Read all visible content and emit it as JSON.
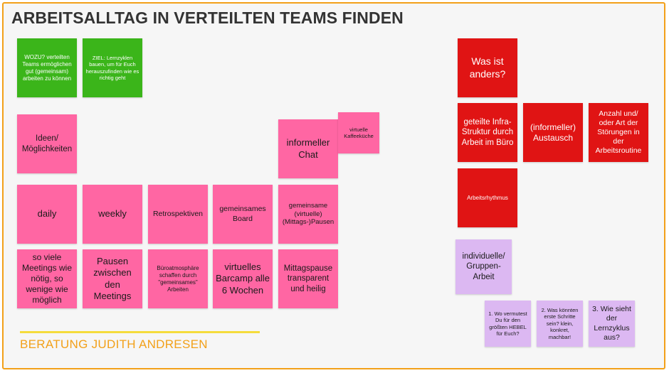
{
  "board": {
    "title": "ARBEITSALLTAG IN VERTEILTEN TEAMS FINDEN",
    "footer": "BERATUNG JUDITH ANDRESEN",
    "colors": {
      "green": "#3bb51a",
      "pink": "#ff66a3",
      "red": "#e01414",
      "lavender": "#dcb8f2",
      "accent_orange": "#f2a019",
      "accent_yellow": "#f5dc3c"
    }
  },
  "notes": {
    "wozu": "WOZU? verteilten Teams ermöglichen gut (gemeinsam) arbeiten zu können",
    "ziel": "ZIEL: Lernzyklen bauen, um für Euch herauszufinden wie es richtig geht",
    "ideen": "Ideen/ Möglichkeiten",
    "informeller_chat": "informeller Chat",
    "virtuelle_kaffeekueche": "virtuelle Kaffeeküche",
    "daily": "daily",
    "weekly": "weekly",
    "retrospektiven": "Retrospektiven",
    "gemeinsames_board": "gemeinsames Board",
    "gemeinsame_pausen": "gemeinsame (virtuelle) (Mittags-)Pausen",
    "so_viele_meetings": "so viele Meetings wie nötig, so wenige wie möglich",
    "pausen_zwischen": "Pausen zwischen den Meetings",
    "bueroatmosphaere": "Büroatmosphäre schaffen durch \"gemeinsames\" Arbeiten",
    "virtuelles_barcamp": "virtuelles Barcamp alle 6 Wochen",
    "mittagspause": "Mittagspause transparent und heilig",
    "was_ist_anders": "Was ist anders?",
    "geteilte_infrastruktur": "geteilte Infra-Struktur durch Arbeit im Büro",
    "informeller_austausch": "(informeller) Austausch",
    "anzahl_stoerungen": "Anzahl und/ oder Art der Störungen in der Arbeitsroutine",
    "arbeitsrhythmus": "Arbeitsrhythmus",
    "individuelle_gruppen": "individuelle/ Gruppen-Arbeit",
    "frage_hebel": "1. Wo vermutest Du für den größten HEBEL für Euch?",
    "frage_schritte": "2. Was könnten erste Schritte sein? klein, konkret, machbar!",
    "frage_lernzyklus": "3. Wie sieht der Lernzyklus aus?"
  }
}
